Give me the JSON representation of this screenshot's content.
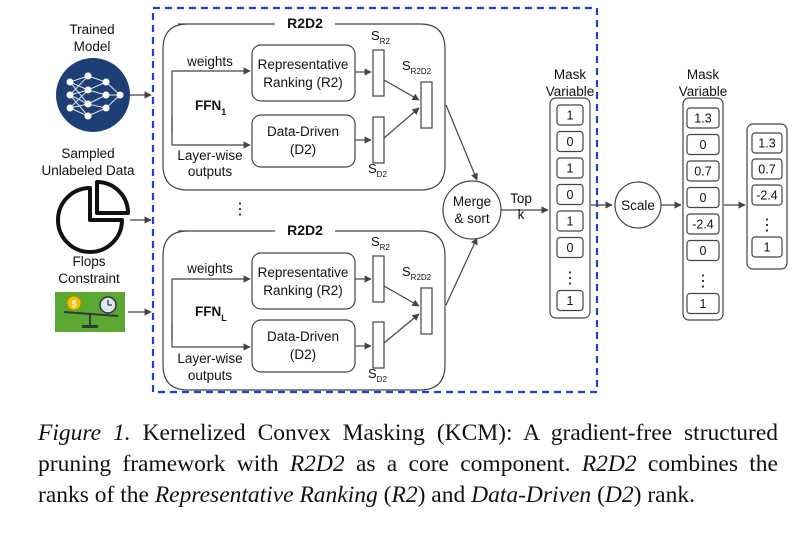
{
  "inputs": {
    "trained_model": [
      "Trained",
      "Model"
    ],
    "sampled_data": [
      "Sampled",
      "Unlabeled Data"
    ],
    "flops": [
      "Flops",
      "Constraint"
    ]
  },
  "r2d2": {
    "title": "R2D2",
    "weights": "weights",
    "layerwise": [
      "Layer-wise",
      "outputs"
    ],
    "rr": [
      "Representative",
      "Ranking (R2)"
    ],
    "dd": [
      "Data-Driven",
      "(D2)"
    ],
    "s_r2": [
      "S",
      "R2"
    ],
    "s_d2": [
      "S",
      "D2"
    ],
    "s_r2d2": [
      "S",
      "R2D2"
    ],
    "ffn_first": [
      "FFN",
      "1"
    ],
    "ffn_last": [
      "FFN",
      "L"
    ]
  },
  "ellipsis": "⋮",
  "merge": [
    "Merge",
    "& sort"
  ],
  "topk": [
    "Top",
    "k"
  ],
  "mask_variable": [
    "Mask",
    "Variable"
  ],
  "mask_values_1": [
    "1",
    "0",
    "1",
    "0",
    "1",
    "0",
    "⋮",
    "1"
  ],
  "scale": "Scale",
  "mask_values_2": [
    "1.3",
    "0",
    "0.7",
    "0",
    "-2.4",
    "0",
    "⋮",
    "1"
  ],
  "final_values": [
    "1.3",
    "0.7",
    "-2.4",
    "⋮",
    "1"
  ],
  "caption": {
    "label": "Figure 1.",
    "text1": " Kernelized Convex Masking (KCM): A gradient-free structured pruning framework with ",
    "r2d2_a": "R2D2",
    "text2": " as a core component. ",
    "r2d2_b": "R2D2",
    "text3": " combines the ranks of the ",
    "rr": "Representative Ranking",
    "p1": " (",
    "r2": "R2",
    "p2": ") and ",
    "dd": "Data-Driven",
    "p3": " (",
    "d2": "D2",
    "p4": ") rank."
  },
  "colors": {
    "dashed_border": "#1f3fd6",
    "network_circle": "#1e3f75",
    "coin": "#f2c200",
    "flops_bg": "#5aa832"
  }
}
